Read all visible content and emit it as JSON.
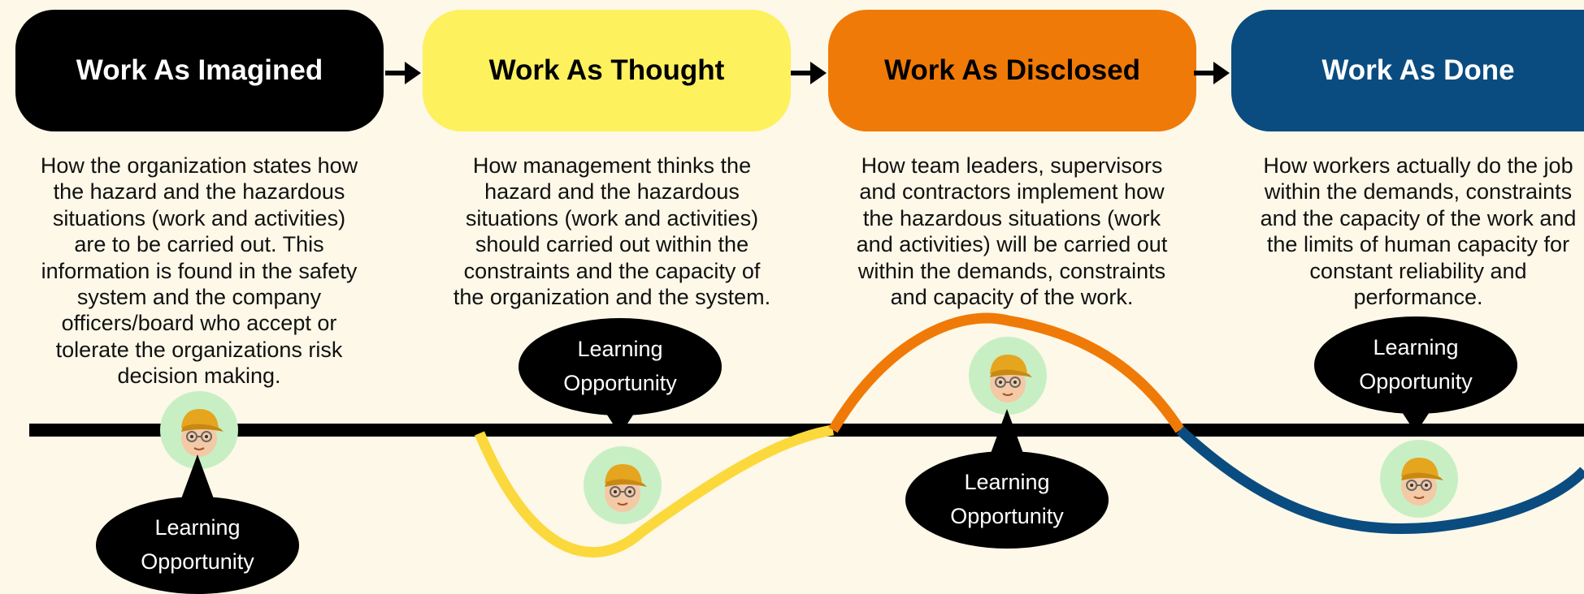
{
  "colors": {
    "background": "#fdf8e8",
    "imagined": "#000000",
    "thought": "#fdf15e",
    "disclosed": "#f07a07",
    "done": "#0a4c80",
    "thought_curve": "#fbd93c",
    "avatar_bg": "#c8efc4"
  },
  "stages": [
    {
      "title": "Work As Imagined",
      "description": "How the organization states how\nthe hazard and the hazardous\nsituations (work and activities)\nare to be carried out. This\ninformation is found in the safety\nsystem and the company\nofficers/board who accept or\ntolerate the organizations risk\ndecision making."
    },
    {
      "title": "Work As Thought",
      "description": "How management thinks the\nhazard and the hazardous\nsituations (work and activities)\nshould carried out within the\nconstraints and the capacity of\nthe organization and the system."
    },
    {
      "title": "Work As Disclosed",
      "description": "How team leaders, supervisors\nand contractors implement how\nthe hazardous situations (work\nand activities) will be carried out\nwithin the demands, constraints\nand capacity of the work."
    },
    {
      "title": "Work As Done",
      "description": "How workers actually do the job\nwithin the demands, constraints\nand the capacity of the work and\nthe limits of human capacity for\nconstant reliability and\nperformance."
    }
  ],
  "bubbles": [
    {
      "line1": "Learning",
      "line2": "Opportunity"
    },
    {
      "line1": "Learning",
      "line2": "Opportunity"
    },
    {
      "line1": "Learning",
      "line2": "Opportunity"
    },
    {
      "line1": "Learning",
      "line2": "Opportunity"
    }
  ],
  "icons": {
    "arrow": "right-arrow-icon",
    "avatar": "worker-avatar-icon"
  }
}
